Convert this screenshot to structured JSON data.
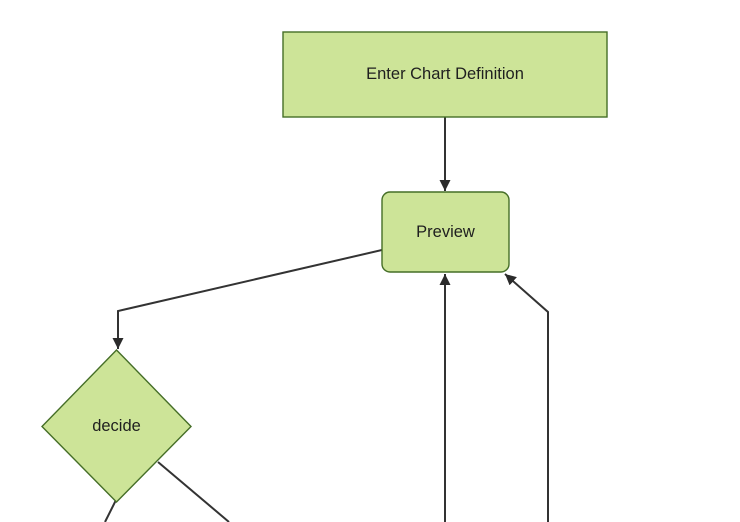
{
  "flowchart": {
    "title": "Flowchart diagram (mermaid-style, forest theme)",
    "background": "#ffffff",
    "node_fill": "#cde498",
    "node_border": "#456e27",
    "edge_color": "#333333",
    "arrow_color": "#2b2b2b",
    "text_color": "#1f1f1f",
    "nodes": [
      {
        "id": "enter-chart-definition",
        "label": "Enter Chart Definition",
        "shape": "rectangle"
      },
      {
        "id": "preview",
        "label": "Preview",
        "shape": "rounded-rectangle"
      },
      {
        "id": "decide",
        "label": "decide",
        "shape": "diamond"
      }
    ],
    "edges": [
      {
        "from": "enter-chart-definition",
        "to": "preview",
        "style": "arrow"
      },
      {
        "from": "preview",
        "to": "decide",
        "style": "arrow"
      },
      {
        "from": "offscreen-bottom",
        "to": "preview",
        "style": "arrow"
      },
      {
        "from": "offscreen-bottom-right",
        "to": "preview",
        "style": "arrow"
      },
      {
        "from": "decide",
        "to": "offscreen-bottom-left",
        "style": "line"
      },
      {
        "from": "decide",
        "to": "offscreen-bottom-right",
        "style": "line"
      }
    ]
  }
}
